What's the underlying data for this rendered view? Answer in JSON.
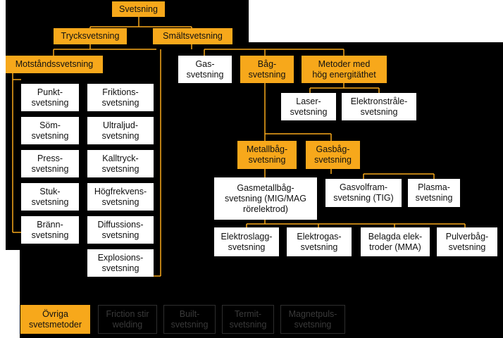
{
  "colors": {
    "accent": "#f7a81b",
    "node_fill": "#ffffff",
    "background": "#000000",
    "faded_text": "#3a3a3a"
  },
  "nodes": {
    "svetsning": "Svetsning",
    "trycksvetsning": "Trycksvetsning",
    "smaltsvetsning": "Smältsvetsning",
    "motstandssvetsning": "Motståndssvetsning",
    "gassvetsning": "Gas-\nsvetsning",
    "bagsvetsning": "Båg-\nsvetsning",
    "hog_energitathet": "Metoder med\nhög energitäthet",
    "punktsvetsning": "Punkt-\nsvetsning",
    "somsvetsning": "Söm-\nsvetsning",
    "presssvetsning": "Press-\nsvetsning",
    "stuksvetsning": "Stuk-\nsvetsning",
    "brannsvetsning": "Bränn-\nsvetsning",
    "friktionssvetsning": "Friktions-\nsvetsning",
    "ultraljudsvetsning": "Ultraljud-\nsvetsning",
    "kalltrycksvetsning": "Kalltryck-\nsvetsning",
    "hogfrekvenssvetsning": "Högfrekvens-\nsvetsning",
    "diffussionssvetsning": "Diffussions-\nsvetsning",
    "explosionssvetsning": "Explosions-\nsvetsning",
    "lasersvetsning": "Laser-\nsvetsning",
    "elektronstralesvetsning": "Elektronstråle-\nsvetsning",
    "metallbagsvetsning": "Metallbåg-\nsvetsning",
    "gasbagsvetsning": "Gasbåg-\nsvetsning",
    "gasmetallbag": "Gasmetallbåg-\nsvetsning (MIG/MAG\nrörelektrod)",
    "gasvolfram": "Gasvolfram-\nsvetsning (TIG)",
    "plasmasvetsning": "Plasma-\nsvetsning",
    "elektroslagg": "Elektroslagg-\nsvetsning",
    "elektrogas": "Elektrogas-\nsvetsning",
    "belagda": "Belagda elek-\ntroder (MMA)",
    "pulverbag": "Pulverbåg-\nsvetsning",
    "ovriga": "Övriga\nsvetsmetoder",
    "friction_stir": "Friction stir\nwelding",
    "builtsvetsning": "Built-\nsvetsning",
    "termitsvetsning": "Termit-\nsvetsning",
    "magnetpuls": "Magnetpuls-\nsvetsning"
  }
}
